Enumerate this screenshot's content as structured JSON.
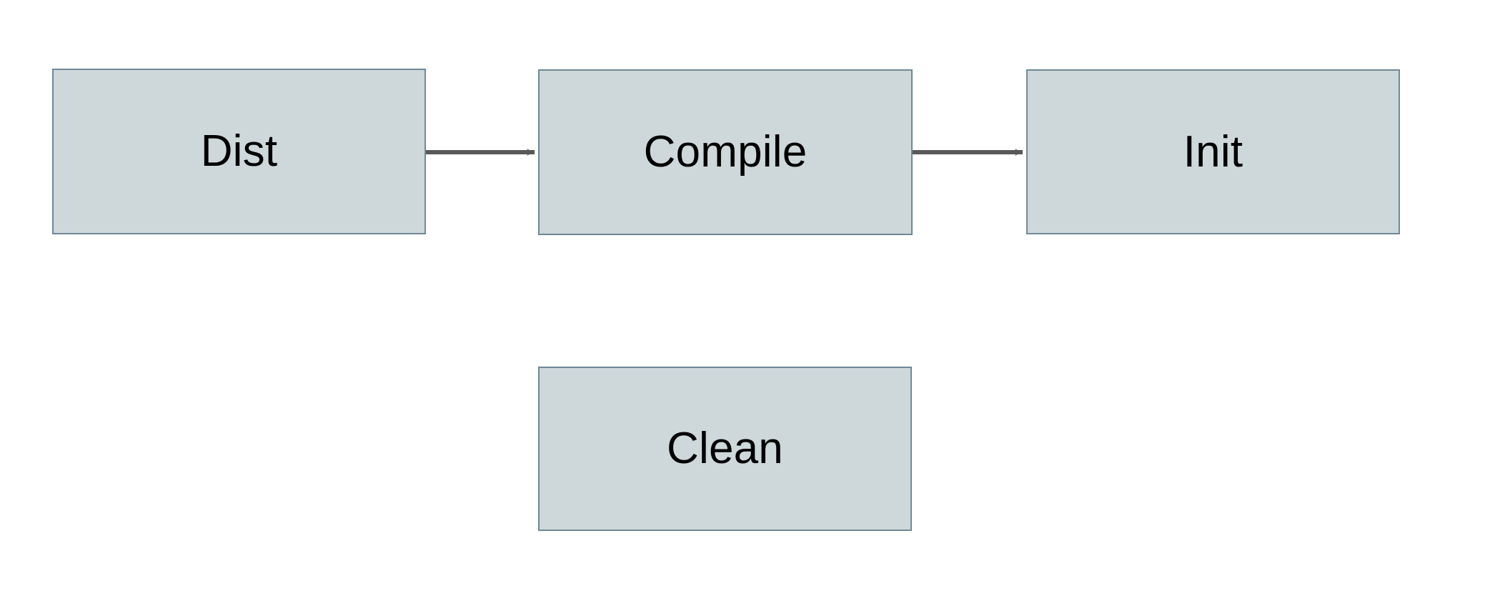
{
  "diagram": {
    "type": "flowchart",
    "background_color": "#ffffff",
    "node_fill_color": "#ced7da",
    "node_border_color": "#6e8998",
    "node_text_color": "#000000",
    "edge_color": "#595959",
    "nodes": [
      {
        "id": "dist",
        "label": "Dist"
      },
      {
        "id": "compile",
        "label": "Compile"
      },
      {
        "id": "init",
        "label": "Init"
      },
      {
        "id": "clean",
        "label": "Clean"
      }
    ],
    "edges": [
      {
        "id": "dist-compile",
        "from": "Dist",
        "to": "Compile",
        "label": "",
        "arrowhead": "barbed",
        "direction": "right"
      },
      {
        "id": "compile-init",
        "from": "Compile",
        "to": "Init",
        "label": "",
        "arrowhead": "barbed",
        "direction": "right"
      }
    ]
  }
}
